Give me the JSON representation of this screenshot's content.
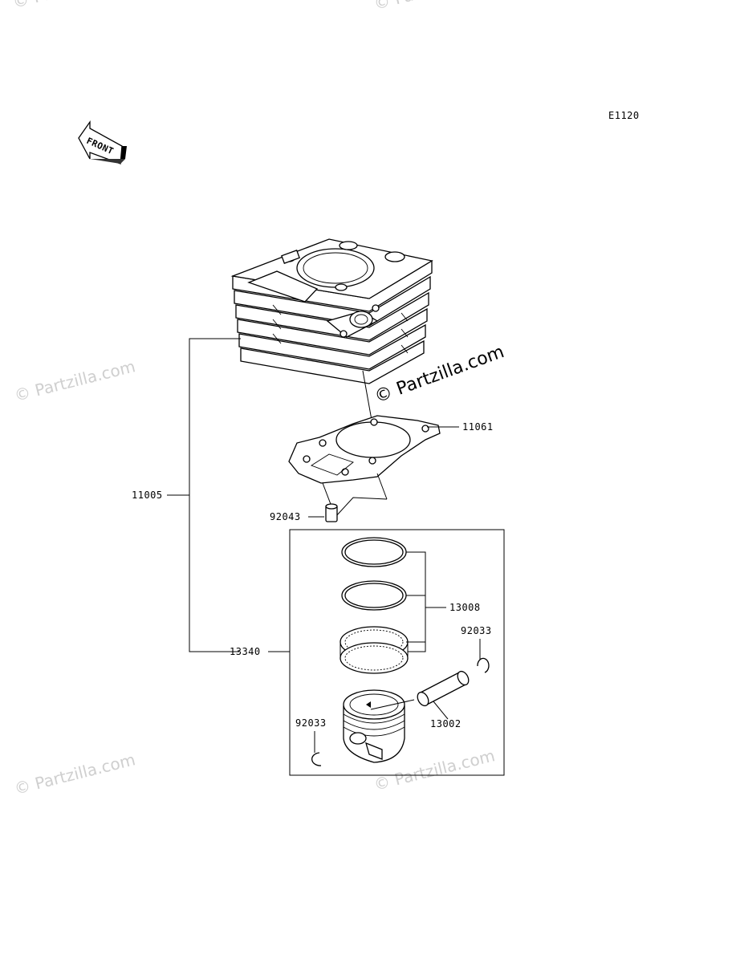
{
  "diagram": {
    "code": "E1120",
    "front_label": "FRONT",
    "parts": {
      "cylinder": "11005",
      "gasket": "11061",
      "dowel": "92043",
      "piston_set": "13340",
      "rings": "13008",
      "circlip_right": "92033",
      "piston_pin": "13002",
      "circlip_left": "92033"
    },
    "watermark": "© Partzilla.com"
  }
}
